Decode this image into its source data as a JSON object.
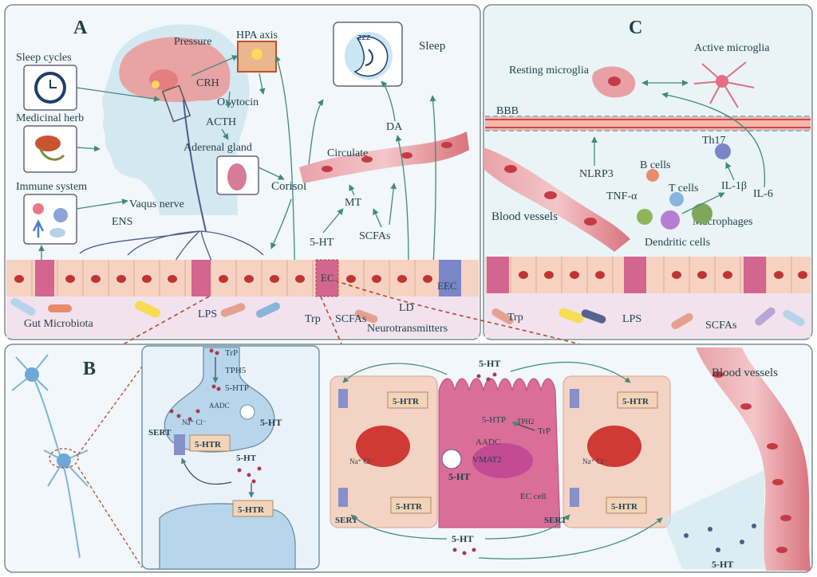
{
  "panels": {
    "a": "A",
    "b": "B",
    "c": "C"
  },
  "panel_a": {
    "sleep_cycles": "Sleep cycles",
    "medicinal_herb": "Medicinal herb",
    "immune_system": "Immune system",
    "pressure": "Pressure",
    "hpa_axis": "HPA axis",
    "crh": "CRH",
    "oxytocin": "Oxytocin",
    "acth": "ACTH",
    "adrenal_gland": "Aderenal gland",
    "vagus_nerve": "Vaqus nerve",
    "ens": "ENS",
    "cortisol": "Corisol",
    "circulate": "Circulate",
    "sleep": "Sleep",
    "da": "DA",
    "mt": "MT",
    "ht5": "5-HT",
    "scfas_mid": "SCFAs",
    "ec": "EC",
    "eec": "EEC",
    "gut_microbiota": "Gut Microbiota",
    "lps": "LPS",
    "trp": "Trp",
    "scfas_bottom": "SCFAs",
    "ld": "LD",
    "neurotransmitters": "Neurotransmitters"
  },
  "panel_c": {
    "resting_microglia": "Resting microglia",
    "active_microglia": "Active microglia",
    "bbb": "BBB",
    "nlrp3": "NLRP3",
    "b_cells": "B cells",
    "th17": "Th17",
    "tnf": "TNF-α",
    "t_cells": "T cells",
    "il1b": "IL-1β",
    "il6": "IL-6",
    "blood_vessels": "Blood vessels",
    "macrophages": "Macrophages",
    "dendritic_cells": "Dendritic cells",
    "trp": "Trp",
    "lps": "LPS",
    "scfas": "SCFAs"
  },
  "panel_b": {
    "trp": "TrP",
    "tph5": "TPH5",
    "htp": "5-HTP",
    "aadc": "AADC",
    "ht5_synapse": "5-HT",
    "na_cl": "Na⁺ Cl⁻",
    "sert": "SERT",
    "htr_pre": "5-HTR",
    "ht5_cleft": "5-HT",
    "htr_post": "5-HTR",
    "ht5_top": "5-HT",
    "htr_left": "5-HTR",
    "htr_right": "5-HTR",
    "tph2": "TPH2",
    "trp_ec": "TrP",
    "htp_ec": "5-HTP",
    "aadc_ec": "AADC",
    "vmat2": "VMAT2",
    "ht5_ec": "5-HT",
    "ec_cell": "EC cell",
    "na_cl_left": "Na⁺ Cl⁻",
    "na_cl_right": "Na⁺ Cl⁻",
    "htr_left_bottom": "5-HTR",
    "htr_right_bottom": "5-HTR",
    "sert_left": "SERT",
    "sert_right": "SERT",
    "ht5_bottom": "5-HT",
    "blood_vessels": "Blood vessels",
    "ht5_vessel": "5-HT"
  }
}
